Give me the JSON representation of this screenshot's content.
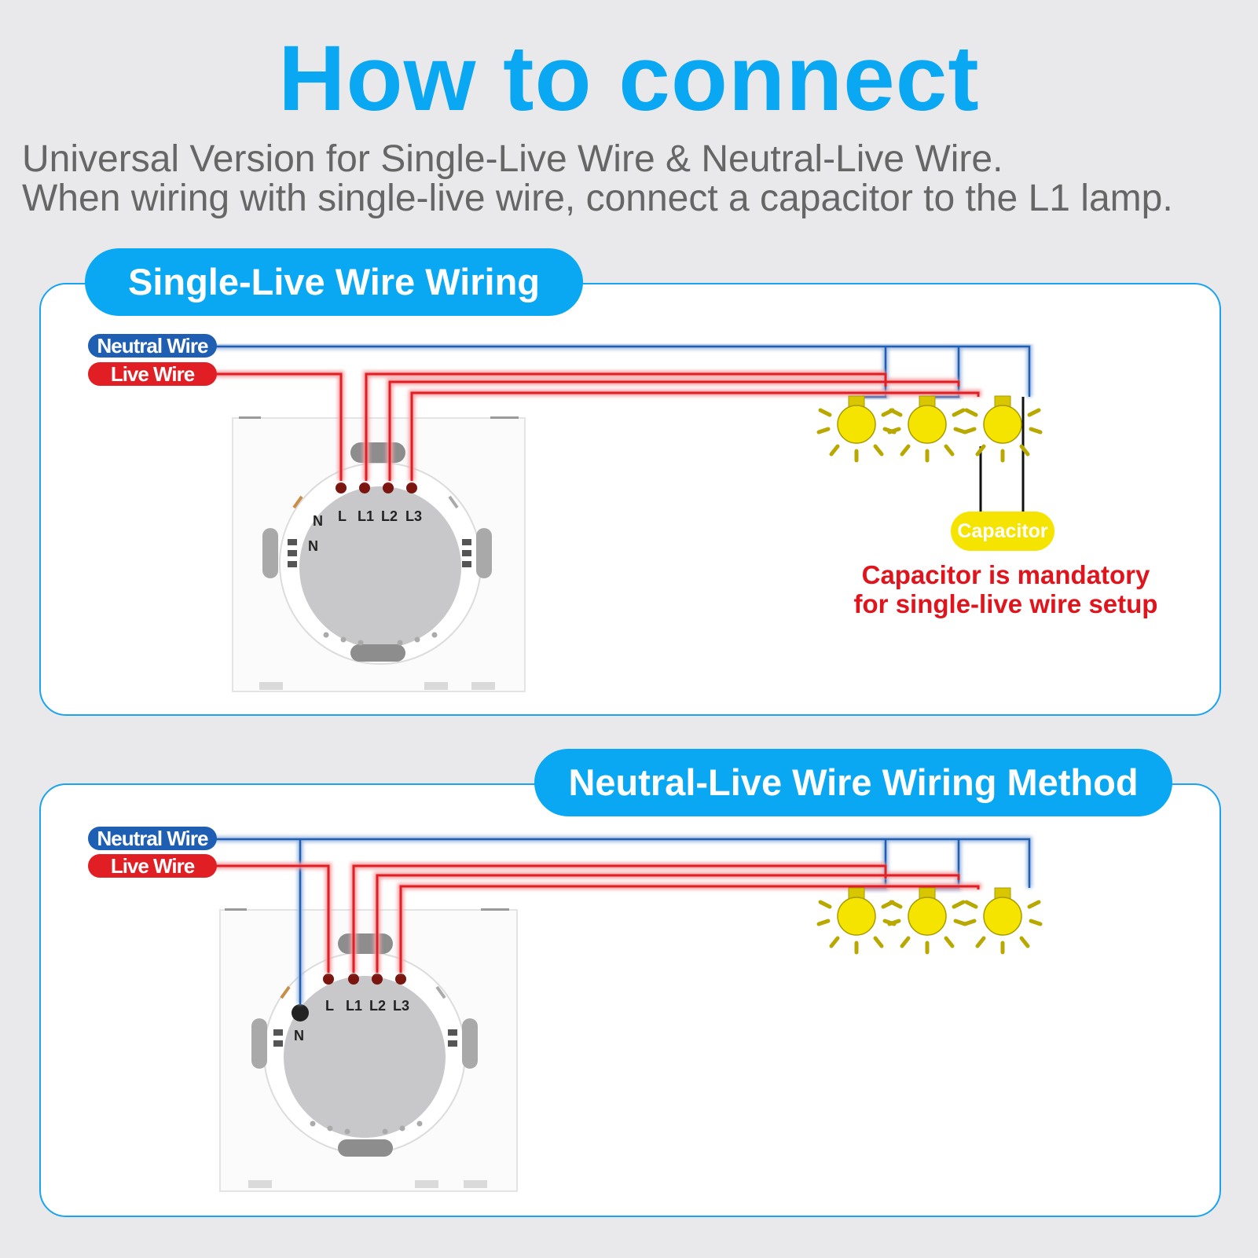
{
  "title": "How to connect",
  "subtitle": {
    "line1": "Universal Version for Single-Live Wire & Neutral-Live Wire.",
    "line2": "When wiring with single-live wire, connect a capacitor to the L1 lamp."
  },
  "colors": {
    "accent": "#0aa7f2",
    "neutral": "#1f5fb3",
    "live": "#e01e24",
    "lamp": "#f5e400",
    "warning_text": "#e0141c",
    "subtitle_text": "#666666"
  },
  "panels": [
    {
      "heading": "Single-Live Wire Wiring",
      "neutral_label": "Neutral Wire",
      "live_label": "Live Wire",
      "terminals": [
        "N",
        "L",
        "L1",
        "L2",
        "L3"
      ],
      "side_label": "N",
      "capacitor_label": "Capacitor",
      "note_line1": "Capacitor is mandatory",
      "note_line2": "for single-live wire setup"
    },
    {
      "heading": "Neutral-Live Wire Wiring Method",
      "neutral_label": "Neutral Wire",
      "live_label": "Live Wire",
      "terminals": [
        "L",
        "L1",
        "L2",
        "L3"
      ],
      "side_label": "N"
    }
  ]
}
